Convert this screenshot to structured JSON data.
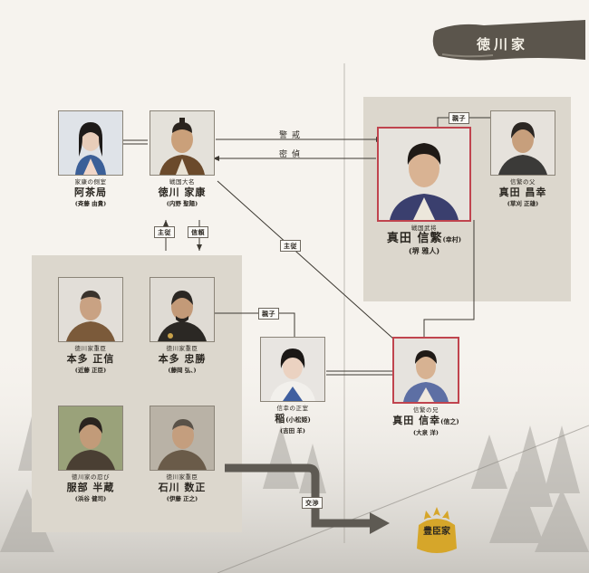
{
  "clan_title": "徳川家",
  "relations": {
    "warning": "警戒",
    "spy": "密偵",
    "master_servant": "主従",
    "trust": "信頼",
    "parent_child": "親子",
    "negotiation": "交渉"
  },
  "people": {
    "acha": {
      "role": "家康の側室",
      "name": "阿茶局",
      "sub": "",
      "actor": "(斉藤 由貴)"
    },
    "ieyasu": {
      "role": "戦国大名",
      "name": "徳川 家康",
      "sub": "",
      "actor": "(内野 聖陽)"
    },
    "nobushige": {
      "role": "戦国武将",
      "name": "真田 信繁",
      "sub": "(幸村)",
      "actor": "(堺 雅人)"
    },
    "masayuki": {
      "role": "信繁の父",
      "name": "真田 昌幸",
      "sub": "",
      "actor": "(草刈 正雄)"
    },
    "masanobu": {
      "role": "徳川家重臣",
      "name": "本多 正信",
      "sub": "",
      "actor": "(近藤 正臣)"
    },
    "tadakatsu": {
      "role": "徳川家重臣",
      "name": "本多 忠勝",
      "sub": "",
      "actor": "(藤岡 弘、)"
    },
    "ina": {
      "role": "信幸の正室",
      "name": "稲",
      "sub": "(小松姫)",
      "actor": "(吉田 羊)"
    },
    "nobuyuki": {
      "role": "信繁の兄",
      "name": "真田 信幸",
      "sub": "(信之)",
      "actor": "(大泉 洋)"
    },
    "hanzo": {
      "role": "徳川家の忍び",
      "name": "服部 半蔵",
      "sub": "",
      "actor": "(浜谷 健司)"
    },
    "kazumasa": {
      "role": "徳川家重臣",
      "name": "石川 数正",
      "sub": "",
      "actor": "(伊藤 正之)"
    }
  },
  "toyotomi": "豊臣家",
  "colors": {
    "panel": "#dcd7cd",
    "accent_red": "#c0444e",
    "banner": "#5b554c",
    "gold": "#d6a62a"
  }
}
